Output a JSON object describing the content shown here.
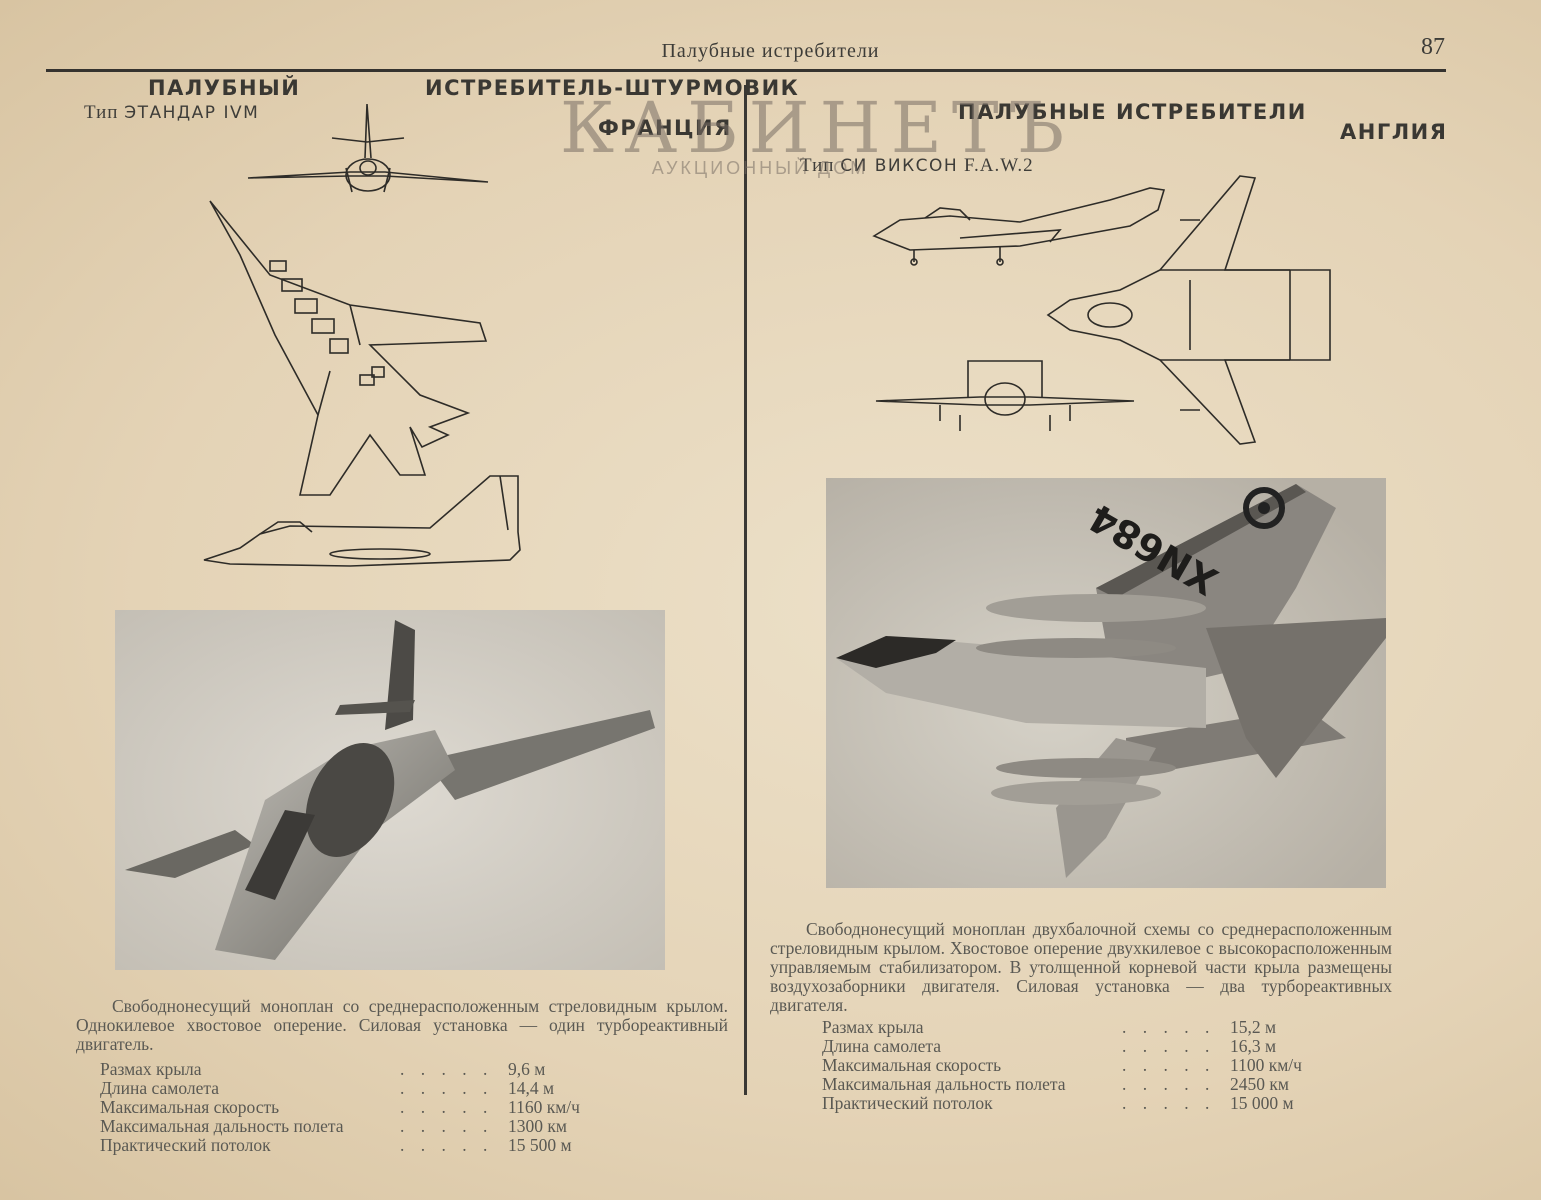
{
  "header": {
    "running_title": "Палубные истребители",
    "page_number": "87"
  },
  "watermark": {
    "logo_text": "КАБИНЕТЪ",
    "subtitle": "АУКЦИОННЫЙ ДОМ"
  },
  "left": {
    "heading_1": "ПАЛУБНЫЙ",
    "heading_2": "ИСТРЕБИТЕЛЬ-ШТУРМОВИК",
    "country": "ФРАНЦИЯ",
    "type_prefix": "Тип",
    "type_name": "ЭТАНДАР IVM",
    "description": "Свободнонесущий моноплан со среднерасположенным стреловидным крылом. Однокилевое хвостовое оперение. Силовая установка — один турбореактивный двигатель.",
    "specs": [
      {
        "label": "Размах крыла",
        "value": "9,6 м"
      },
      {
        "label": "Длина самолета",
        "value": "14,4 м"
      },
      {
        "label": "Максимальная скорость",
        "value": "1160 км/ч"
      },
      {
        "label": "Максимальная дальность полета",
        "value": "1300 км"
      },
      {
        "label": "Практический потолок",
        "value": "15 500 м"
      }
    ]
  },
  "right": {
    "heading": "ПАЛУБНЫЕ ИСТРЕБИТЕЛИ",
    "country": "АНГЛИЯ",
    "type_prefix": "Тип",
    "type_name": "СИ ВИКСОН",
    "type_variant": "F.A.W.2",
    "photo_marking": "XN684",
    "description": "Свободнонесущий моноплан двухбалочной схемы со среднерасположенным стреловидным крылом. Хвостовое оперение двухкилевое с высокорасположенным управляемым стабилизатором. В утолщенной корневой части крыла размещены воздухозаборники двигателя. Силовая установка — два турбореактивных двигателя.",
    "specs": [
      {
        "label": "Размах крыла",
        "value": "15,2 м"
      },
      {
        "label": "Длина самолета",
        "value": "16,3 м"
      },
      {
        "label": "Максимальная скорость",
        "value": "1100 км/ч"
      },
      {
        "label": "Максимальная дальность полета",
        "value": "2450 км"
      },
      {
        "label": "Практический потолок",
        "value": "15 000 м"
      }
    ]
  }
}
